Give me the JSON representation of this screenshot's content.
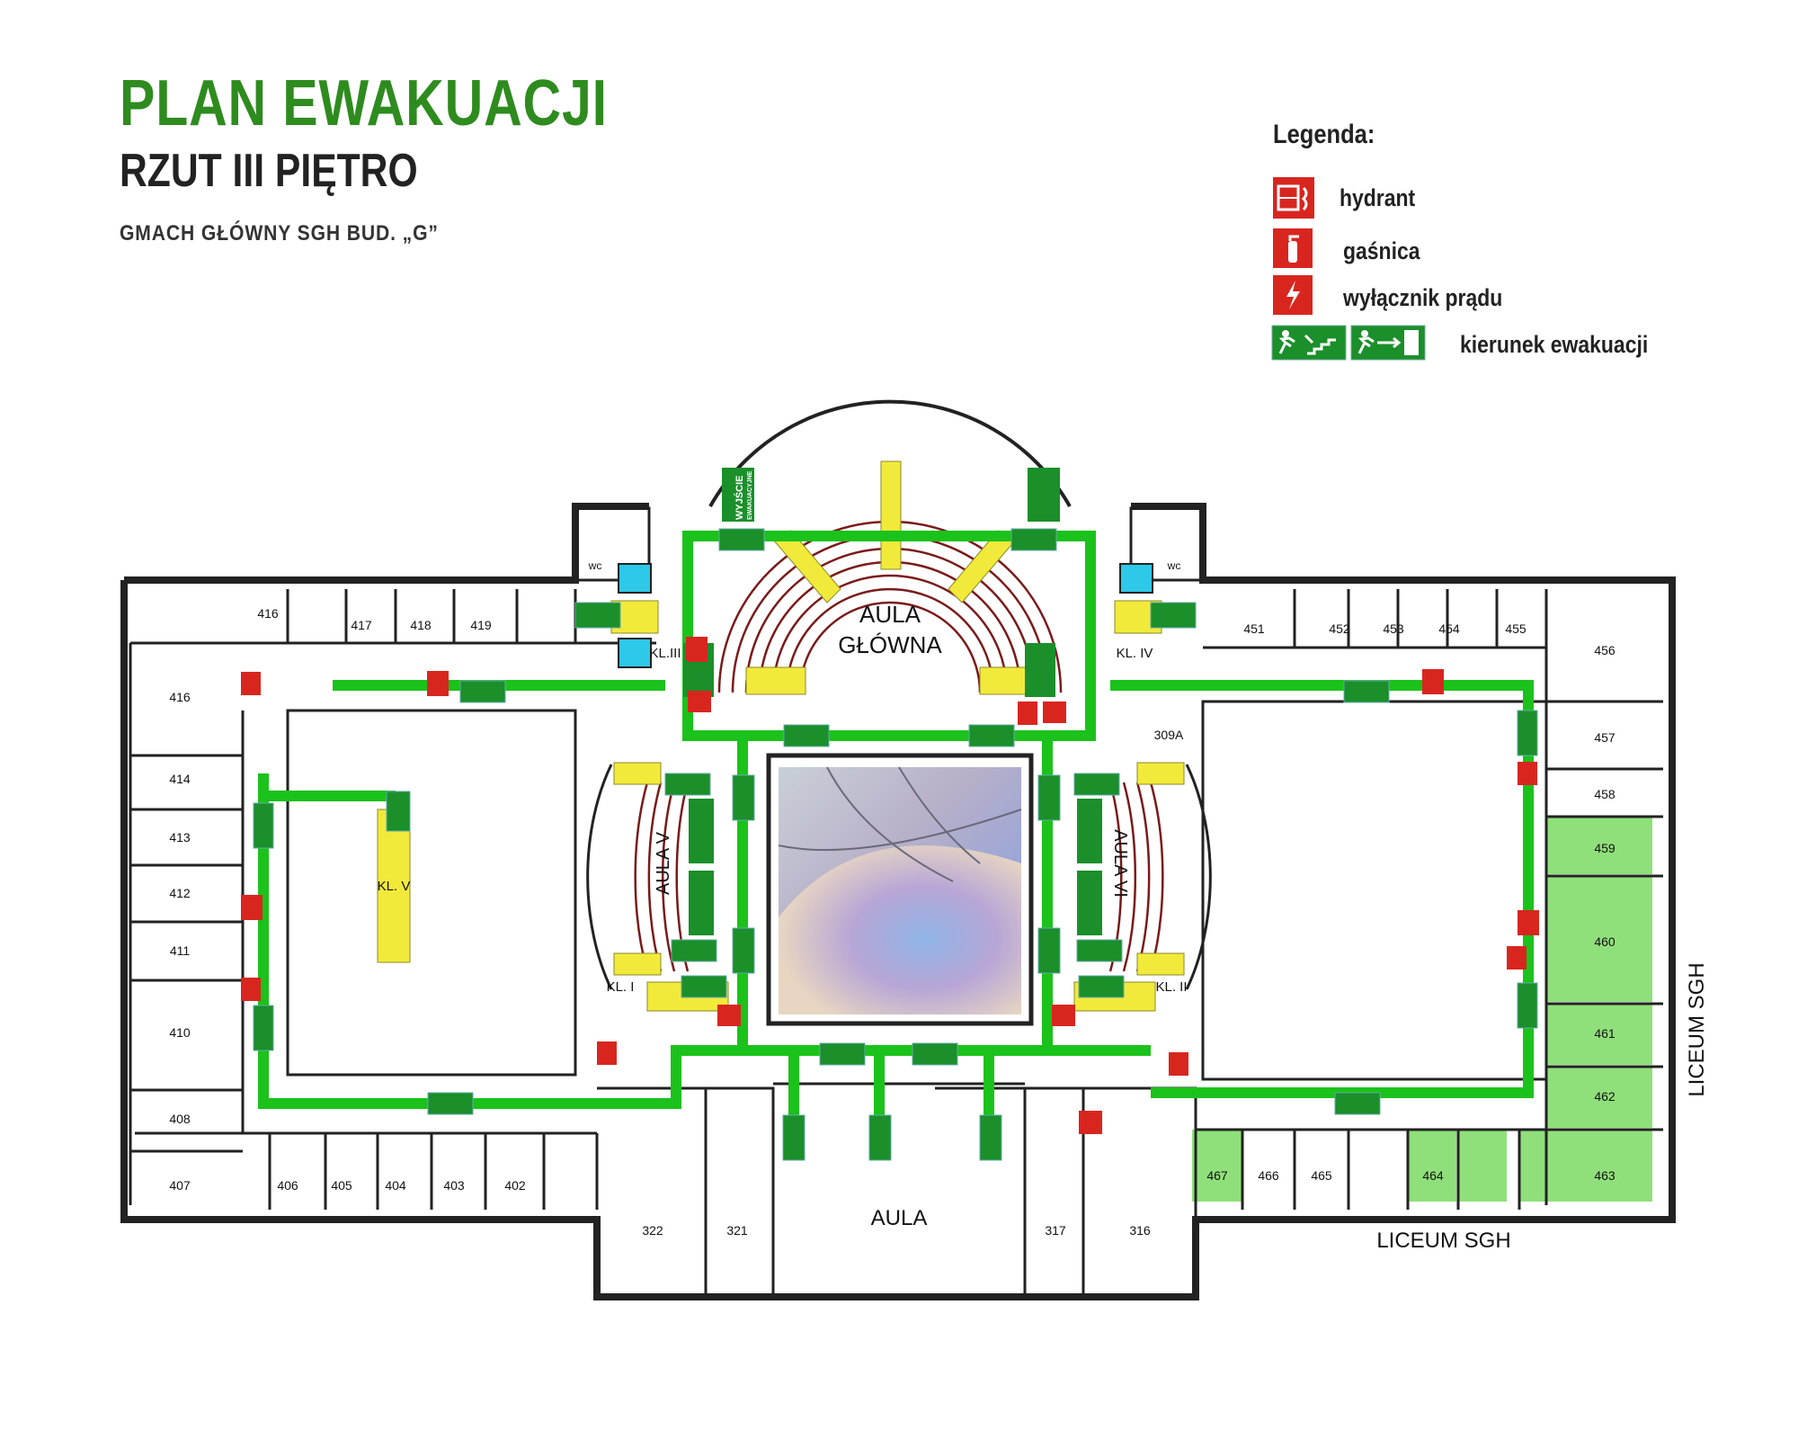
{
  "header": {
    "title": "PLAN EWAKUACJI",
    "subtitle": "RZUT  III PIĘTRO",
    "building": "GMACH GŁÓWNY SGH BUD. „G”"
  },
  "legend": {
    "heading": "Legenda:",
    "items": [
      {
        "label": "hydrant",
        "icon": "hydrant-icon"
      },
      {
        "label": "gaśnica",
        "icon": "fire-extinguisher-icon"
      },
      {
        "label": "wyłącznik prądu",
        "icon": "power-switch-icon"
      },
      {
        "label": "kierunek ewakuacji",
        "icon": "evacuation-direction-icon"
      }
    ]
  },
  "halls": {
    "aula_glowna_1": "AULA",
    "aula_glowna_2": "GŁÓWNA",
    "aula_v": "AULA V",
    "aula_vi": "AULA VI",
    "aula": "AULA"
  },
  "stairs": {
    "kl1": "KL. I",
    "kl2": "KL. II",
    "kl3": "KL.III",
    "kl4": "KL. IV",
    "kl5": "KL. V"
  },
  "labels": {
    "liceum_bottom": "LICEUM  SGH",
    "liceum_side": "LICEUM  SGH",
    "wc_left": "wc",
    "wc_right": "wc",
    "exit_sign_1": "WYJŚCIE",
    "exit_sign_2": "EWAKUACYJNE"
  },
  "rooms": {
    "r416a": "416",
    "r416": "416",
    "r417": "417",
    "r418": "418",
    "r419": "419",
    "r414": "414",
    "r413": "413",
    "r412": "412",
    "r411": "411",
    "r410": "410",
    "r408": "408",
    "r407": "407",
    "r406": "406",
    "r405": "405",
    "r404": "404",
    "r403": "403",
    "r402": "402",
    "r322": "322",
    "r321": "321",
    "r317": "317",
    "r316": "316",
    "r309a": "309A",
    "r451": "451",
    "r452": "452",
    "r453": "453",
    "r454": "454",
    "r455": "455",
    "r456": "456",
    "r457": "457",
    "r458": "458",
    "r459": "459",
    "r460": "460",
    "r461": "461",
    "r462": "462",
    "r463": "463",
    "r464": "464",
    "r465": "465",
    "r466": "466",
    "r467": "467"
  },
  "colors": {
    "route": "#1bc21b",
    "sign": "#1a8f2a",
    "safety_red": "#d8261f",
    "stair_yellow": "#f2ea3a",
    "liceum_fill": "#8fe07a",
    "title_green": "#2e8b1e"
  }
}
